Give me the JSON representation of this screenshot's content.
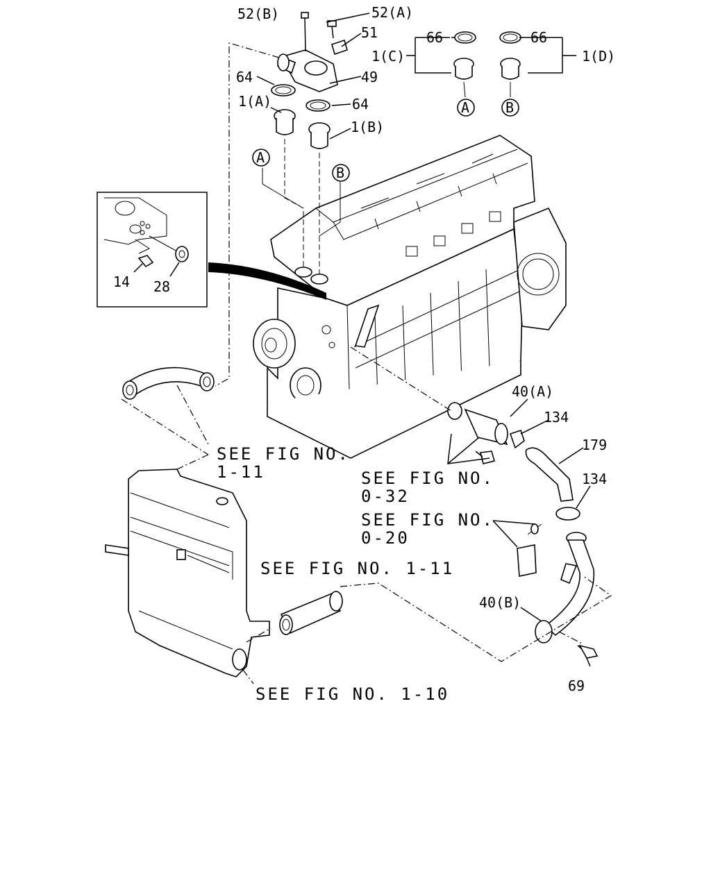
{
  "labels": {
    "p52b": "52(B)",
    "p52a": "52(A)",
    "p51": "51",
    "p49": "49",
    "p64a": "64",
    "p64b": "64",
    "p1a": "1(A)",
    "p1b": "1(B)",
    "p1c": "1(C)",
    "p1d": "1(D)",
    "p66a": "66",
    "p66b": "66",
    "p14": "14",
    "p28": "28",
    "p40a": "40(A)",
    "p40b": "40(B)",
    "p134a": "134",
    "p134b": "134",
    "p179": "179",
    "p69": "69"
  },
  "circle_refs": {
    "a1": "A",
    "b1": "B",
    "a2": "A",
    "b2": "B"
  },
  "references": {
    "fig_1_11_top_l1": "SEE FIG NO.",
    "fig_1_11_top_l2": "1-11",
    "fig_0_32_l1": "SEE FIG NO.",
    "fig_0_32_l2": "0-32",
    "fig_0_20_l1": "SEE FIG NO.",
    "fig_0_20_l2": "0-20",
    "fig_1_11_mid": "SEE FIG NO. 1-11",
    "fig_1_10": "SEE FIG NO. 1-10"
  }
}
